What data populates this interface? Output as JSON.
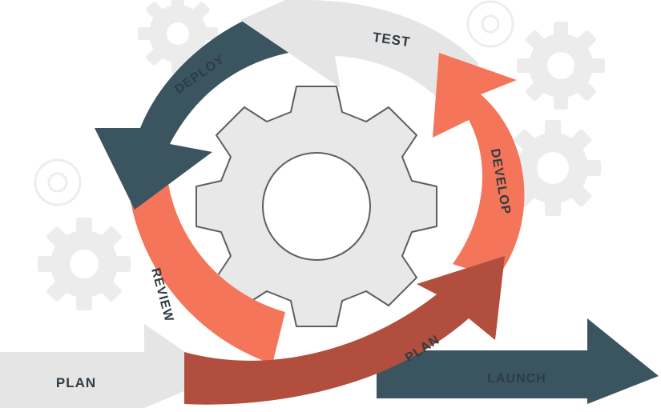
{
  "diagram": {
    "labels": {
      "test": "TEST",
      "deploy": "DEPLOY",
      "develop": "DEVELOP",
      "review": "REVIEW",
      "plan_arc": "PLAN",
      "plan_entry": "PLAN",
      "launch": "LAUNCH"
    },
    "colors": {
      "dark_teal": "#3a5560",
      "light_gray": "#e5e5e5",
      "coral": "#f47559",
      "rust": "#b24e3d",
      "gear": "#e8e8e8",
      "gear_stroke": "#5e5e5e",
      "faint_gear": "#ececec",
      "text": "#2f3b44"
    }
  }
}
